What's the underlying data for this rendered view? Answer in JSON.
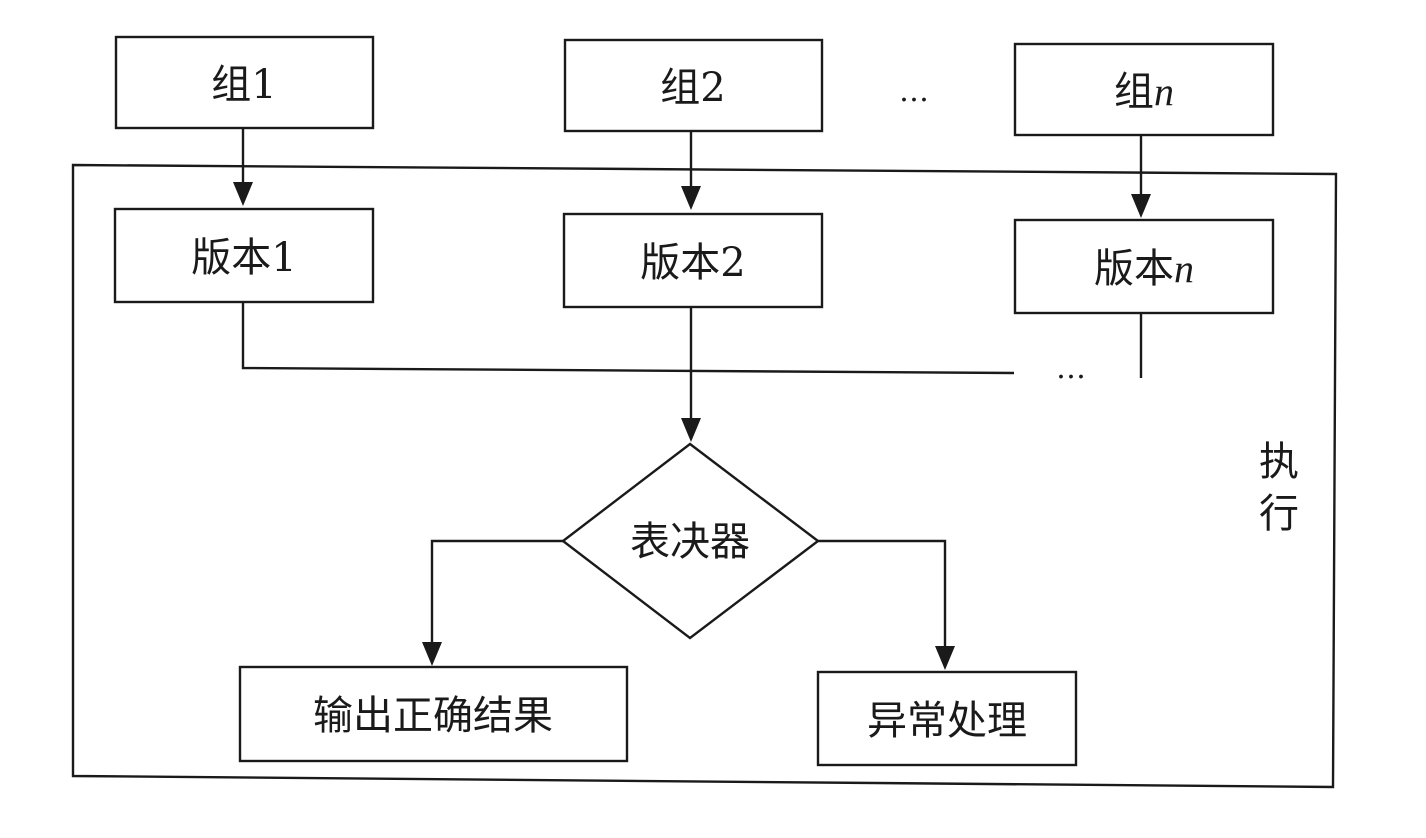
{
  "groups": [
    {
      "prefix": "组",
      "suffix": "1",
      "suffix_italic": false
    },
    {
      "prefix": "组",
      "suffix": "2",
      "suffix_italic": false
    },
    {
      "prefix": "组",
      "suffix": "n",
      "suffix_italic": true
    }
  ],
  "versions": [
    {
      "prefix": "版本",
      "suffix": "1",
      "suffix_italic": false
    },
    {
      "prefix": "版本",
      "suffix": "2",
      "suffix_italic": false
    },
    {
      "prefix": "版本",
      "suffix": "n",
      "suffix_italic": true
    }
  ],
  "group_ellipsis": "…",
  "merge_ellipsis": "…",
  "voter_label": "表决器",
  "output_correct_label": "输出正确结果",
  "exception_label": "异常处理",
  "execution_label_chars": [
    "执",
    "行"
  ]
}
